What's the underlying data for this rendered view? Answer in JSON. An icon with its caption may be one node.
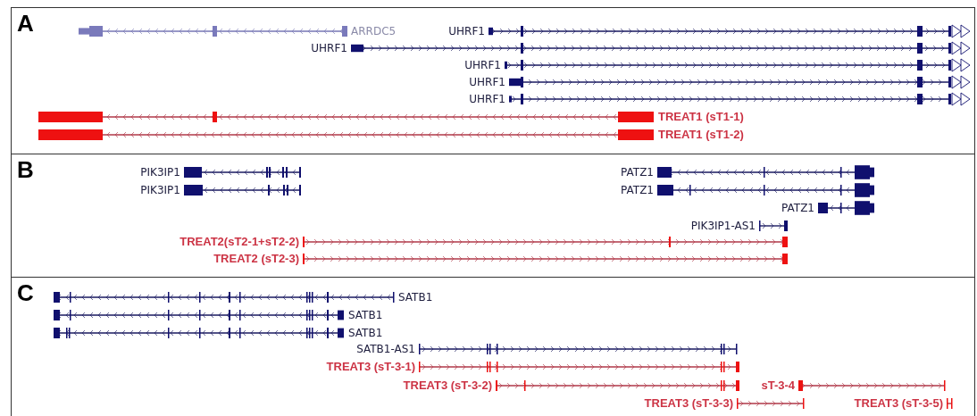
{
  "diagram": {
    "nodes": [
      {
        "text": [
          "A"
        ]
      },
      {
        "text": [
          "ARRDC5"
        ],
        "in": 0
      },
      {
        "text": [
          "UHRF1"
        ],
        "in": 0
      },
      {
        "text": [
          "UHRF1"
        ],
        "in": 0
      },
      {
        "text": [
          "UHRF1"
        ],
        "in": 0
      },
      {
        "text": [
          "UHRF1"
        ],
        "in": 0
      },
      {
        "text": [
          "UHRF1"
        ],
        "in": 0
      },
      {
        "text": [
          "TREAT1 (sT1-1)"
        ],
        "in": 0
      },
      {
        "text": [
          "TREAT1 (sT1-2)"
        ],
        "in": 0
      },
      {
        "text": [
          "B"
        ]
      },
      {
        "text": [
          "PIK3IP1"
        ],
        "in": 9
      },
      {
        "text": [
          "PIK3IP1"
        ],
        "in": 9
      },
      {
        "text": [
          "PATZ1"
        ],
        "in": 9
      },
      {
        "text": [
          "PATZ1"
        ],
        "in": 9
      },
      {
        "text": [
          "PATZ1"
        ],
        "in": 9
      },
      {
        "text": [
          "PIK3IP1-AS1"
        ],
        "in": 9
      },
      {
        "text": [
          "TREAT2(sT2-1+sT2-2)"
        ],
        "in": 9
      },
      {
        "text": [
          "TREAT2 (sT2-3)"
        ],
        "in": 9
      },
      {
        "text": [
          "C"
        ]
      },
      {
        "text": [
          "SATB1"
        ],
        "in": 18
      },
      {
        "text": [
          "SATB1"
        ],
        "in": 18
      },
      {
        "text": [
          "SATB1"
        ],
        "in": 18
      },
      {
        "text": [
          "SATB1-AS1"
        ],
        "in": 18
      },
      {
        "text": [
          "TREAT3 (sT-3-1)"
        ],
        "in": 18
      },
      {
        "text": [
          "TREAT3 (sT-3-2)"
        ],
        "in": 18
      },
      {
        "text": [
          "sT-3-4"
        ],
        "in": 18
      },
      {
        "text": [
          "TREAT3 (sT-3-3)"
        ],
        "in": 18
      },
      {
        "text": [
          "TREAT3 (sT-3-5)"
        ],
        "in": 18
      }
    ]
  }
}
